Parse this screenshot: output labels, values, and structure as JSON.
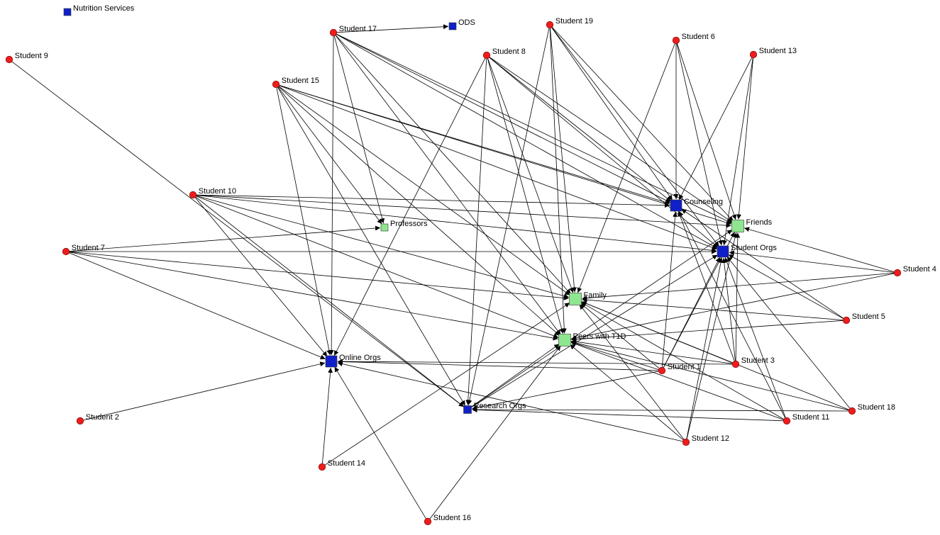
{
  "colors": {
    "student_node": "#ee1c1c",
    "resource_node_blue": "#1020c8",
    "resource_node_green": "#8ee68e",
    "edge": "#000000",
    "background": "#ffffff"
  },
  "nodes": [
    {
      "id": "s1",
      "label": "Student 1",
      "kind": "student"
    },
    {
      "id": "s2",
      "label": "Student 2",
      "kind": "student"
    },
    {
      "id": "s3",
      "label": "Student 3",
      "kind": "student"
    },
    {
      "id": "s4",
      "label": "Student 4",
      "kind": "student"
    },
    {
      "id": "s5",
      "label": "Student 5",
      "kind": "student"
    },
    {
      "id": "s6",
      "label": "Student 6",
      "kind": "student"
    },
    {
      "id": "s7",
      "label": "Student 7",
      "kind": "student"
    },
    {
      "id": "s8",
      "label": "Student 8",
      "kind": "student"
    },
    {
      "id": "s9",
      "label": "Student 9",
      "kind": "student"
    },
    {
      "id": "s10",
      "label": "Student 10",
      "kind": "student"
    },
    {
      "id": "s11",
      "label": "Student 11",
      "kind": "student"
    },
    {
      "id": "s12",
      "label": "Student 12",
      "kind": "student"
    },
    {
      "id": "s13",
      "label": "Student 13",
      "kind": "student"
    },
    {
      "id": "s14",
      "label": "Student 14",
      "kind": "student"
    },
    {
      "id": "s15",
      "label": "Student 15",
      "kind": "student"
    },
    {
      "id": "s16",
      "label": "Student 16",
      "kind": "student"
    },
    {
      "id": "s17",
      "label": "Student 17",
      "kind": "student"
    },
    {
      "id": "s18",
      "label": "Student 18",
      "kind": "student"
    },
    {
      "id": "s19",
      "label": "Student 19",
      "kind": "student"
    },
    {
      "id": "nutrition",
      "label": "Nutrition Services",
      "kind": "resource-blue"
    },
    {
      "id": "ods",
      "label": "ODS",
      "kind": "resource-blue"
    },
    {
      "id": "counseling",
      "label": "Counseling",
      "kind": "resource-blue"
    },
    {
      "id": "friends",
      "label": "Friends",
      "kind": "resource-green"
    },
    {
      "id": "studorgs",
      "label": "Student Orgs",
      "kind": "resource-blue"
    },
    {
      "id": "professors",
      "label": "Professors",
      "kind": "resource-green"
    },
    {
      "id": "family",
      "label": "Family",
      "kind": "resource-green"
    },
    {
      "id": "peers",
      "label": "Peers with T1D",
      "kind": "resource-green"
    },
    {
      "id": "online",
      "label": "Online Orgs",
      "kind": "resource-blue"
    },
    {
      "id": "research",
      "label": "Research Orgs",
      "kind": "resource-blue"
    }
  ],
  "edges": [
    [
      "s17",
      "ods"
    ],
    [
      "s17",
      "counseling"
    ],
    [
      "s17",
      "friends"
    ],
    [
      "s17",
      "studorgs"
    ],
    [
      "s17",
      "professors"
    ],
    [
      "s17",
      "online"
    ],
    [
      "s17",
      "family"
    ],
    [
      "s17",
      "peers"
    ],
    [
      "s19",
      "counseling"
    ],
    [
      "s19",
      "friends"
    ],
    [
      "s19",
      "studorgs"
    ],
    [
      "s19",
      "family"
    ],
    [
      "s19",
      "peers"
    ],
    [
      "s19",
      "research"
    ],
    [
      "s8",
      "counseling"
    ],
    [
      "s8",
      "friends"
    ],
    [
      "s8",
      "studorgs"
    ],
    [
      "s8",
      "family"
    ],
    [
      "s8",
      "peers"
    ],
    [
      "s8",
      "online"
    ],
    [
      "s8",
      "research"
    ],
    [
      "s6",
      "counseling"
    ],
    [
      "s6",
      "friends"
    ],
    [
      "s6",
      "studorgs"
    ],
    [
      "s6",
      "family"
    ],
    [
      "s13",
      "counseling"
    ],
    [
      "s13",
      "friends"
    ],
    [
      "s13",
      "studorgs"
    ],
    [
      "s9",
      "research"
    ],
    [
      "s15",
      "counseling"
    ],
    [
      "s15",
      "friends"
    ],
    [
      "s15",
      "studorgs"
    ],
    [
      "s15",
      "professors"
    ],
    [
      "s15",
      "online"
    ],
    [
      "s15",
      "family"
    ],
    [
      "s15",
      "peers"
    ],
    [
      "s15",
      "research"
    ],
    [
      "s10",
      "counseling"
    ],
    [
      "s10",
      "friends"
    ],
    [
      "s10",
      "studorgs"
    ],
    [
      "s10",
      "family"
    ],
    [
      "s10",
      "peers"
    ],
    [
      "s10",
      "online"
    ],
    [
      "s10",
      "research"
    ],
    [
      "s7",
      "professors"
    ],
    [
      "s7",
      "online"
    ],
    [
      "s7",
      "family"
    ],
    [
      "s7",
      "peers"
    ],
    [
      "s7",
      "studorgs"
    ],
    [
      "s4",
      "friends"
    ],
    [
      "s4",
      "studorgs"
    ],
    [
      "s4",
      "family"
    ],
    [
      "s4",
      "peers"
    ],
    [
      "s5",
      "counseling"
    ],
    [
      "s5",
      "studorgs"
    ],
    [
      "s5",
      "family"
    ],
    [
      "s5",
      "peers"
    ],
    [
      "s3",
      "counseling"
    ],
    [
      "s3",
      "friends"
    ],
    [
      "s3",
      "studorgs"
    ],
    [
      "s3",
      "family"
    ],
    [
      "s3",
      "peers"
    ],
    [
      "s3",
      "online"
    ],
    [
      "s1",
      "counseling"
    ],
    [
      "s1",
      "friends"
    ],
    [
      "s1",
      "studorgs"
    ],
    [
      "s1",
      "family"
    ],
    [
      "s1",
      "peers"
    ],
    [
      "s1",
      "online"
    ],
    [
      "s1",
      "research"
    ],
    [
      "s18",
      "studorgs"
    ],
    [
      "s18",
      "peers"
    ],
    [
      "s18",
      "family"
    ],
    [
      "s18",
      "research"
    ],
    [
      "s11",
      "counseling"
    ],
    [
      "s11",
      "studorgs"
    ],
    [
      "s11",
      "family"
    ],
    [
      "s11",
      "peers"
    ],
    [
      "s11",
      "research"
    ],
    [
      "s12",
      "studorgs"
    ],
    [
      "s12",
      "friends"
    ],
    [
      "s12",
      "family"
    ],
    [
      "s12",
      "peers"
    ],
    [
      "s12",
      "online"
    ],
    [
      "s2",
      "online"
    ],
    [
      "s14",
      "online"
    ],
    [
      "s14",
      "family"
    ],
    [
      "s16",
      "online"
    ],
    [
      "s16",
      "peers"
    ],
    [
      "research",
      "studorgs"
    ],
    [
      "research",
      "friends"
    ],
    [
      "research",
      "peers"
    ]
  ]
}
